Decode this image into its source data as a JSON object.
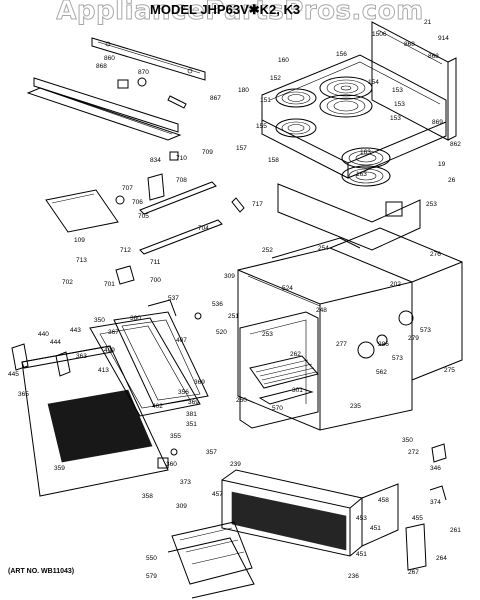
{
  "watermark": "AppliancePartsPros.com",
  "title": "MODEL JHP63V✱K2, K3",
  "art_no": "(ART NO. WB11043)",
  "part_numbers": {
    "p21": "21",
    "p914": "914",
    "p1506": "1506",
    "p868": "868",
    "p156": "156",
    "p868b": "868",
    "p160": "160",
    "p154": "154",
    "p180": "180",
    "p151": "151",
    "p152": "152",
    "p153": "153",
    "p153b": "153",
    "p155": "155",
    "p157": "157",
    "p163": "163",
    "p158": "158",
    "p869": "869",
    "p862": "862",
    "p26": "26",
    "p163b": "163",
    "p153c": "153",
    "p19": "19",
    "p253": "253",
    "p860": "860",
    "p870": "870",
    "p867": "867",
    "p868c": "868",
    "p834": "834",
    "p709": "709",
    "p710": "710",
    "p708": "708",
    "p717": "717",
    "p707": "707",
    "p706": "706",
    "p705": "705",
    "p712": "712",
    "p704": "704",
    "p109": "109",
    "p713": "713",
    "p711": "711",
    "p702": "702",
    "p701": "701",
    "p700": "700",
    "p537": "537",
    "p536": "536",
    "p309": "309",
    "p276": "276",
    "p252": "252",
    "p254": "254",
    "p524": "524",
    "p248": "248",
    "p202": "202",
    "p251": "251",
    "p520": "520",
    "p253b": "253",
    "p262": "262",
    "p277": "277",
    "p286": "286",
    "p279": "279",
    "p573": "573",
    "p562": "562",
    "p573b": "573",
    "p275": "275",
    "p570": "570",
    "p301": "301",
    "p260": "260",
    "p235": "235",
    "p350": "350",
    "p360": "360",
    "p407": "407",
    "p367": "367",
    "p409": "409",
    "p413": "413",
    "p443": "443",
    "p444": "444",
    "p445": "445",
    "p440": "440",
    "p365": "365",
    "p363": "363",
    "p356": "356",
    "p369": "369",
    "p351": "351",
    "p355": "355",
    "p357": "357",
    "p358": "358",
    "p359": "359",
    "p360b": "360",
    "p272": "272",
    "p350b": "350",
    "p346": "346",
    "p373": "373",
    "p457": "457",
    "p458": "458",
    "p374": "374",
    "p451": "451",
    "p261": "261",
    "p453": "453",
    "p455": "455",
    "p451b": "451",
    "p236": "236",
    "p264": "264",
    "p267": "267",
    "p550": "550",
    "p579": "579",
    "p402": "402",
    "p369b": "369",
    "p381": "381",
    "p239": "239",
    "p309b": "309"
  }
}
